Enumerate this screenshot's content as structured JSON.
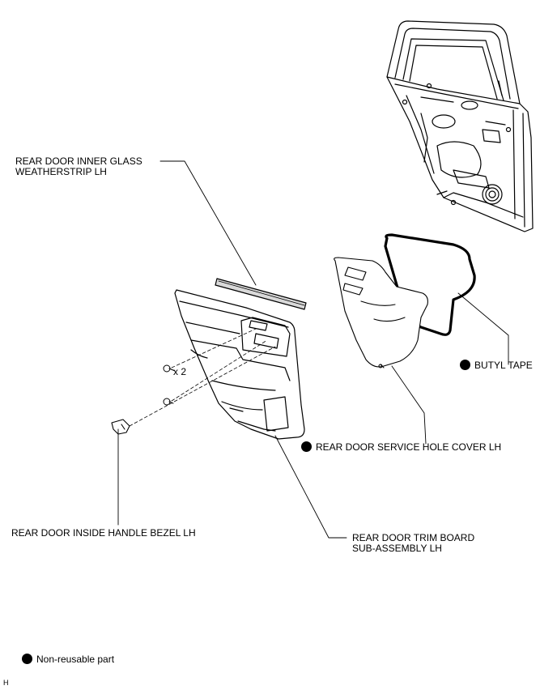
{
  "labels": {
    "glass_weatherstrip_line1": "REAR DOOR INNER GLASS",
    "glass_weatherstrip_line2": "WEATHERSTRIP LH",
    "butyl_tape": "BUTYL TAPE",
    "service_hole_cover": "REAR DOOR SERVICE HOLE COVER LH",
    "inside_handle_bezel": "REAR DOOR INSIDE HANDLE BEZEL LH",
    "trim_board_line1": "REAR DOOR TRIM BOARD",
    "trim_board_line2": "SUB-ASSEMBLY LH",
    "clip_quantity": "x 2"
  },
  "legend": {
    "non_reusable": "Non-reusable part"
  },
  "corner_mark": "H",
  "colors": {
    "line": "#000000",
    "background": "#ffffff",
    "part_fill": "#ffffff",
    "shade": "#d9d9d9"
  },
  "icons": {
    "non_reusable_marker": "filled-circle-icon"
  }
}
